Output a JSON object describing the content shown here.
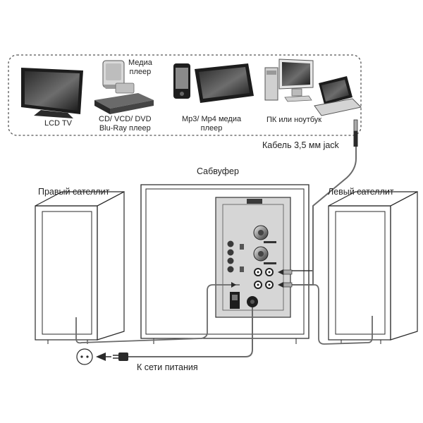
{
  "devices": {
    "lcd_tv": "LCD TV",
    "media_player": [
      "Медиа",
      "плеер"
    ],
    "disc_player": [
      "CD/ VCD/ DVD",
      "Blu-Ray плеер"
    ],
    "mp3_player": [
      "Mp3/ Mp4 медиа",
      "плеер"
    ],
    "pc": "ПК или ноутбук"
  },
  "cable_label": "Кабель 3,5 мм jack",
  "subwoofer_label": "Сабвуфер",
  "right_satellite_label": "Правый сателлит",
  "left_satellite_label": "Левый сателлит",
  "power_label": "К сети питания",
  "colors": {
    "line": "#2a2a2a",
    "cable": "#6a6a6a",
    "dash": "#555555",
    "panel": "#d6d6d6",
    "panel_dark": "#3a3a3a"
  }
}
